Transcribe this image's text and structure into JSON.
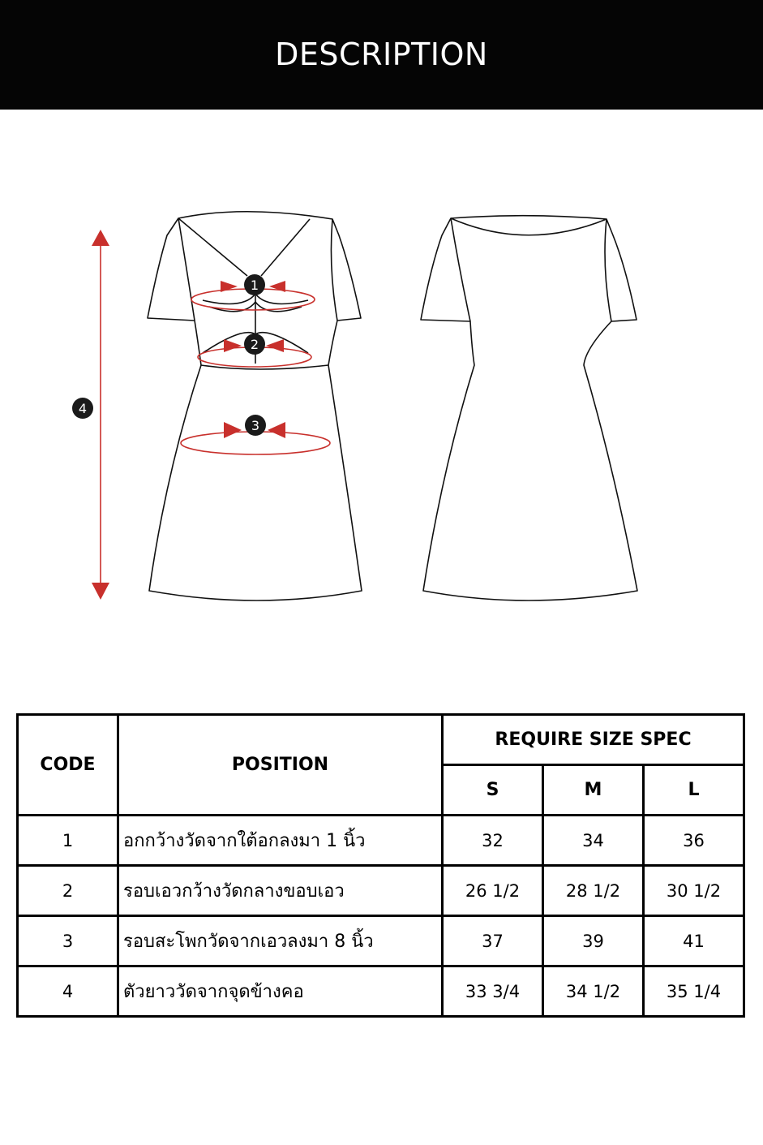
{
  "header": {
    "title": "DESCRIPTION"
  },
  "diagram": {
    "markers": [
      "1",
      "2",
      "3",
      "4"
    ],
    "colors": {
      "measure": "#c8302c",
      "marker": "#1a1a1a",
      "outline": "#111111"
    }
  },
  "table": {
    "code_header": "CODE",
    "position_header": "POSITION",
    "spec_header": "REQUIRE SIZE SPEC",
    "sizes": [
      "S",
      "M",
      "L"
    ],
    "rows": [
      {
        "code": "1",
        "position": "อกกว้างวัดจากใต้อกลงมา 1 นิ้ว",
        "s": "32",
        "m": "34",
        "l": "36"
      },
      {
        "code": "2",
        "position": "รอบเอวกว้างวัดกลางขอบเอว",
        "s": "26 1/2",
        "m": "28 1/2",
        "l": "30 1/2"
      },
      {
        "code": "3",
        "position": "รอบสะโพกวัดจากเอวลงมา 8 นิ้ว",
        "s": "37",
        "m": "39",
        "l": "41"
      },
      {
        "code": "4",
        "position": "ตัวยาววัดจากจุดข้างคอ",
        "s": "33 3/4",
        "m": "34 1/2",
        "l": "35 1/4"
      }
    ]
  }
}
